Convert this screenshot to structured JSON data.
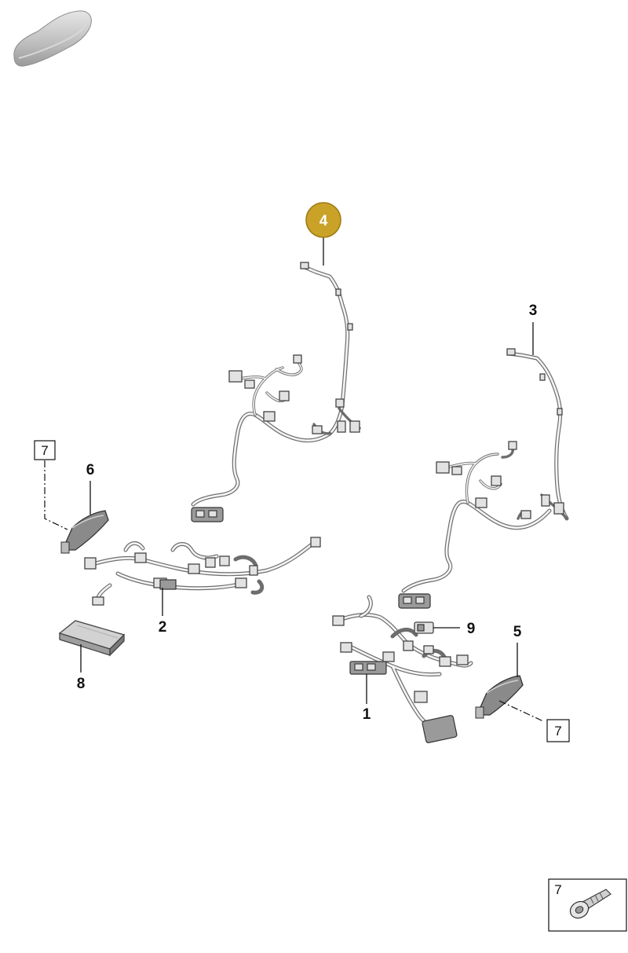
{
  "callouts": {
    "c1": "1",
    "c2": "2",
    "c3": "3",
    "c4": "4",
    "c5": "5",
    "c6": "6",
    "c7": "7",
    "c8": "8",
    "c9": "9"
  },
  "boxed_refs": {
    "left": "7",
    "right": "7",
    "legend": "7"
  },
  "colors": {
    "highlight": "#c9a227",
    "highlight_stroke": "#9e7b12",
    "line": "#111111",
    "part_gray": "#8a8a8a"
  },
  "icons": {
    "car": "car-silhouette-icon",
    "fastener": "screw-bolt-icon"
  }
}
